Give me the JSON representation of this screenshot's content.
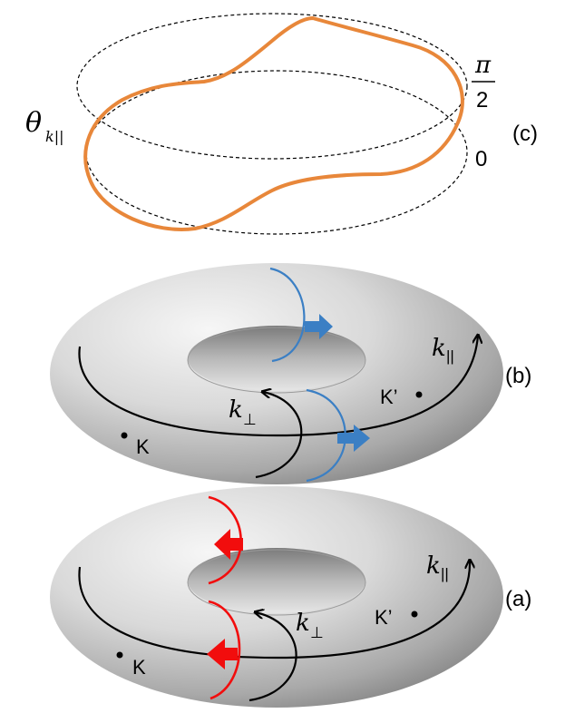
{
  "colors": {
    "orange_curve": "#e8873a",
    "blue_arrow": "#3b7fc4",
    "red_arrow": "#f20d0d",
    "torus_light": "#f2f2f2",
    "torus_mid": "#c8c8c8",
    "torus_dark": "#8a8a8a",
    "line": "#000000"
  },
  "panel_c": {
    "theta_symbol": "θ",
    "theta_subscript": "k||",
    "pi_over_2_numerator": "π",
    "pi_over_2_denominator": "2",
    "zero_label": "0",
    "panel_label": "(c)"
  },
  "panel_b": {
    "k_par": "k",
    "k_par_sub": "||",
    "k_perp": "k",
    "k_perp_sub": "⊥",
    "point_k": "K",
    "point_kprime": "K’",
    "panel_label": "(b)"
  },
  "panel_a": {
    "k_par": "k",
    "k_par_sub": "||",
    "k_perp": "k",
    "k_perp_sub": "⊥",
    "point_k": "K",
    "point_kprime": "K’",
    "panel_label": "(a)"
  }
}
